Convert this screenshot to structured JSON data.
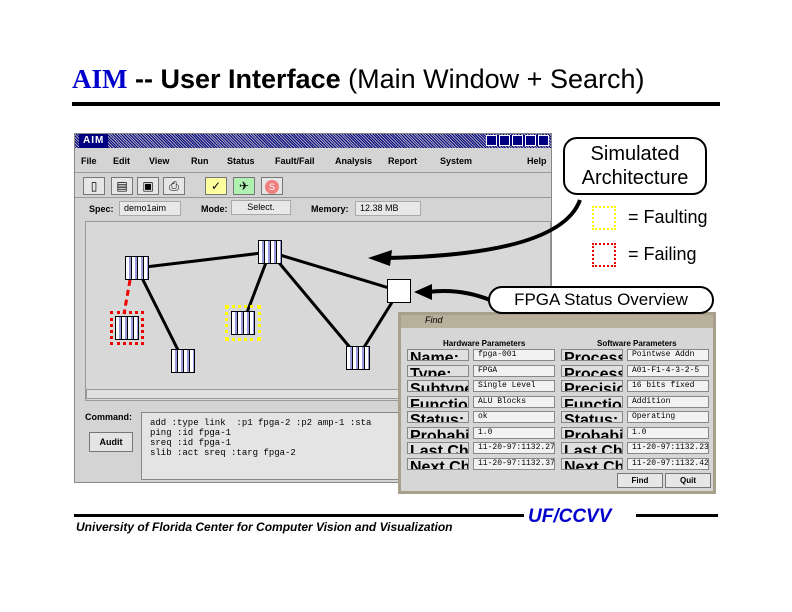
{
  "slide": {
    "title_aim": "AIM",
    "title_sep": "--",
    "title_bold": "User Interface",
    "title_rest": "(Main Window + Search)",
    "footer": "University of Florida Center for Computer Vision and Visualization",
    "brand": "UF/CCVV",
    "callout_sim": "Simulated Architecture",
    "callout_fpga": "FPGA Status Overview",
    "legend": [
      {
        "label": "= Faulting",
        "color": "#ffff00"
      },
      {
        "label": "= Failing",
        "color": "#ee0000"
      }
    ]
  },
  "window": {
    "title": "AIM",
    "menu": [
      "File",
      "Edit",
      "View",
      "Run",
      "Status",
      "Fault/Fail",
      "Analysis",
      "Report",
      "System",
      "Help"
    ],
    "toolbar": [
      "new-icon",
      "open-icon",
      "save-icon",
      "print-icon",
      "check-icon",
      "run-plane-icon",
      "stop-icon"
    ],
    "spec_label": "Spec:",
    "spec_value": "demo1aim",
    "mode_label": "Mode:",
    "mode_value": "Select.",
    "memory_label": "Memory:",
    "memory_value": "12.38 MB",
    "command_label": "Command:",
    "audit_button": "Audit",
    "command_text": "add :type link  :p1 fpga-2 :p2 amp-1 :sta\nping :id fpga-1\nsreq :id fpga-1\nslib :act sreq :targ fpga-2"
  },
  "find": {
    "title": "Find",
    "hw_header": "Hardware Parameters",
    "sw_header": "Software Parameters",
    "hardware": [
      [
        "Name:",
        "fpga-001"
      ],
      [
        "Type:",
        "FPGA"
      ],
      [
        "Subtype:",
        "Single Level"
      ],
      [
        "Functionality:",
        "ALU Blocks"
      ],
      [
        "Status:",
        "ok"
      ],
      [
        "Probability:",
        "1.0"
      ],
      [
        "Last Check:",
        "11-20-97:1132.27"
      ],
      [
        "Next Check:",
        "11-20-97:1132.37"
      ]
    ],
    "software": [
      [
        "Process Name:",
        "Pointwse Addn"
      ],
      [
        "Process-ID:",
        "A01-F1-4-3-2-5"
      ],
      [
        "Precision:",
        "16 bits fixed"
      ],
      [
        "Functionality:",
        "Addition"
      ],
      [
        "Status:",
        "Operating"
      ],
      [
        "Probability:",
        "1.0"
      ],
      [
        "Last Check:",
        "11-20-97:1132.23"
      ],
      [
        "Next Check:",
        "11-20-97:1132.42"
      ]
    ],
    "find_button": "Find",
    "quit_button": "Quit"
  }
}
